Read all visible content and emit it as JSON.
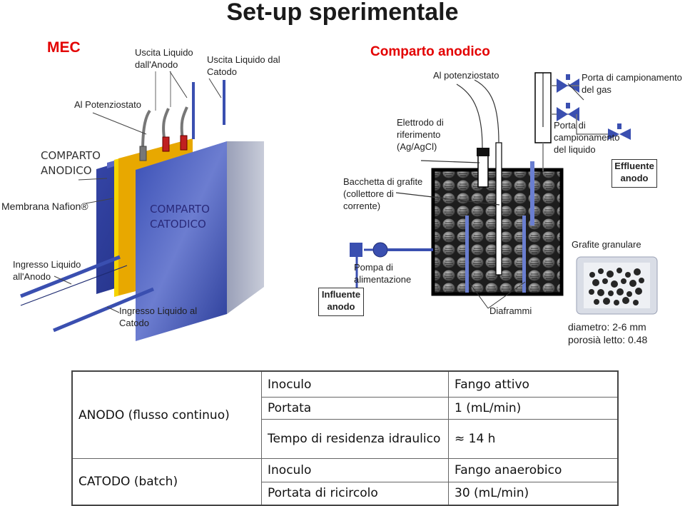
{
  "title": "Set-up sperimentale",
  "mec_label": "MEC",
  "anodic_compartment_title": "Comparto anodico",
  "labels": {
    "potentiostat_left": "Al Potenziostato",
    "liquid_out_anode": "Uscita Liquido dall'Anodo",
    "liquid_out_cathode": "Uscita Liquido dal Catodo",
    "anodic_compartment": "COMPARTO ANODICO",
    "cathodic_compartment": "COMPARTO CATODICO",
    "nafion": "Membrana Nafion®",
    "liquid_in_anode": "Ingresso Liquido all'Anodo",
    "liquid_in_cathode": "Ingresso Liquido al Catodo",
    "potentiostat_right": "Al potenziostato",
    "reference_electrode": "Elettrodo di riferimento (Ag/AgCl)",
    "graphite_rod": "Bacchetta di grafite (collettore di corrente)",
    "gas_port": "Porta di campionamento del gas",
    "liquid_port": "Porta di campionamento del liquido",
    "effluent_anode": "Effluente anodo",
    "granular_graphite": "Grafite granulare",
    "feed_pump": "Pompa di alimentazione",
    "influent_anode": "Influente anodo",
    "diaphragms": "Diaframmi",
    "diameter": "diametro: 2-6 mm",
    "porosity": "porosià letto: 0.48"
  },
  "table": {
    "rows": [
      {
        "section": "ANODO (flusso continuo)",
        "params": [
          {
            "name": "Inoculo",
            "value": "Fango attivo"
          },
          {
            "name": "Portata",
            "value": "1 (mL/min)"
          },
          {
            "name": "Tempo di residenza idraulico",
            "value": "≈  14 h"
          }
        ]
      },
      {
        "section": "CATODO (batch)",
        "params": [
          {
            "name": "Inoculo",
            "value": "Fango anaerobico"
          },
          {
            "name": "Portata di ricircolo",
            "value": "30 (mL/min)"
          }
        ]
      }
    ]
  },
  "colors": {
    "title_red": "#e30000",
    "panel_blue": "#2b3d99",
    "membrane_yellow": "#f5d400",
    "pipe_blue": "#3a4fb0"
  }
}
